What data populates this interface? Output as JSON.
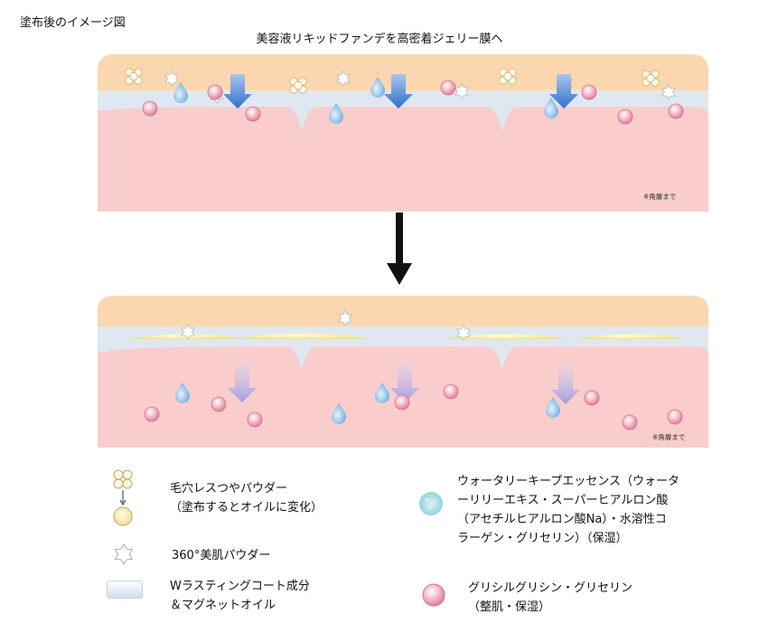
{
  "heading": "塗布後のイメージ図",
  "subtitle": "美容液リキッドファンデを高密着ジェリー膜へ",
  "panel_note": "※角層まで",
  "legend": [
    {
      "icon": "pore-powder-icon",
      "lines": [
        "毛穴レスつやパウダー",
        "（塗布するとオイルに変化）"
      ]
    },
    {
      "icon": "flower-powder-icon",
      "lines": [
        "360°美肌パウダー"
      ]
    },
    {
      "icon": "coat-layer-icon",
      "lines": [
        "Wラスティングコート成分",
        "＆マグネットオイル"
      ]
    },
    {
      "icon": "essence-dot-icon",
      "lines": [
        "ウォータリーキープエッセンス（ウォータ",
        "ーリリーエキス・スーパーヒアルロン酸",
        "（アセチルヒアルロン酸Na）・水溶性コ",
        "ラーゲン・グリセリン）（保湿）"
      ]
    },
    {
      "icon": "glycine-ball-icon",
      "lines": [
        "グリシルグリシン・グリセリン",
        "（整肌・保湿）"
      ]
    }
  ],
  "colors": {
    "top_layer": "#fad7ae",
    "coat_layer": "#dfe8f1",
    "skin": "#f9cdcb",
    "arrow_blue": "#4a7fd0",
    "ball": "#f0a4b8",
    "drop": "#7fb8e6"
  }
}
